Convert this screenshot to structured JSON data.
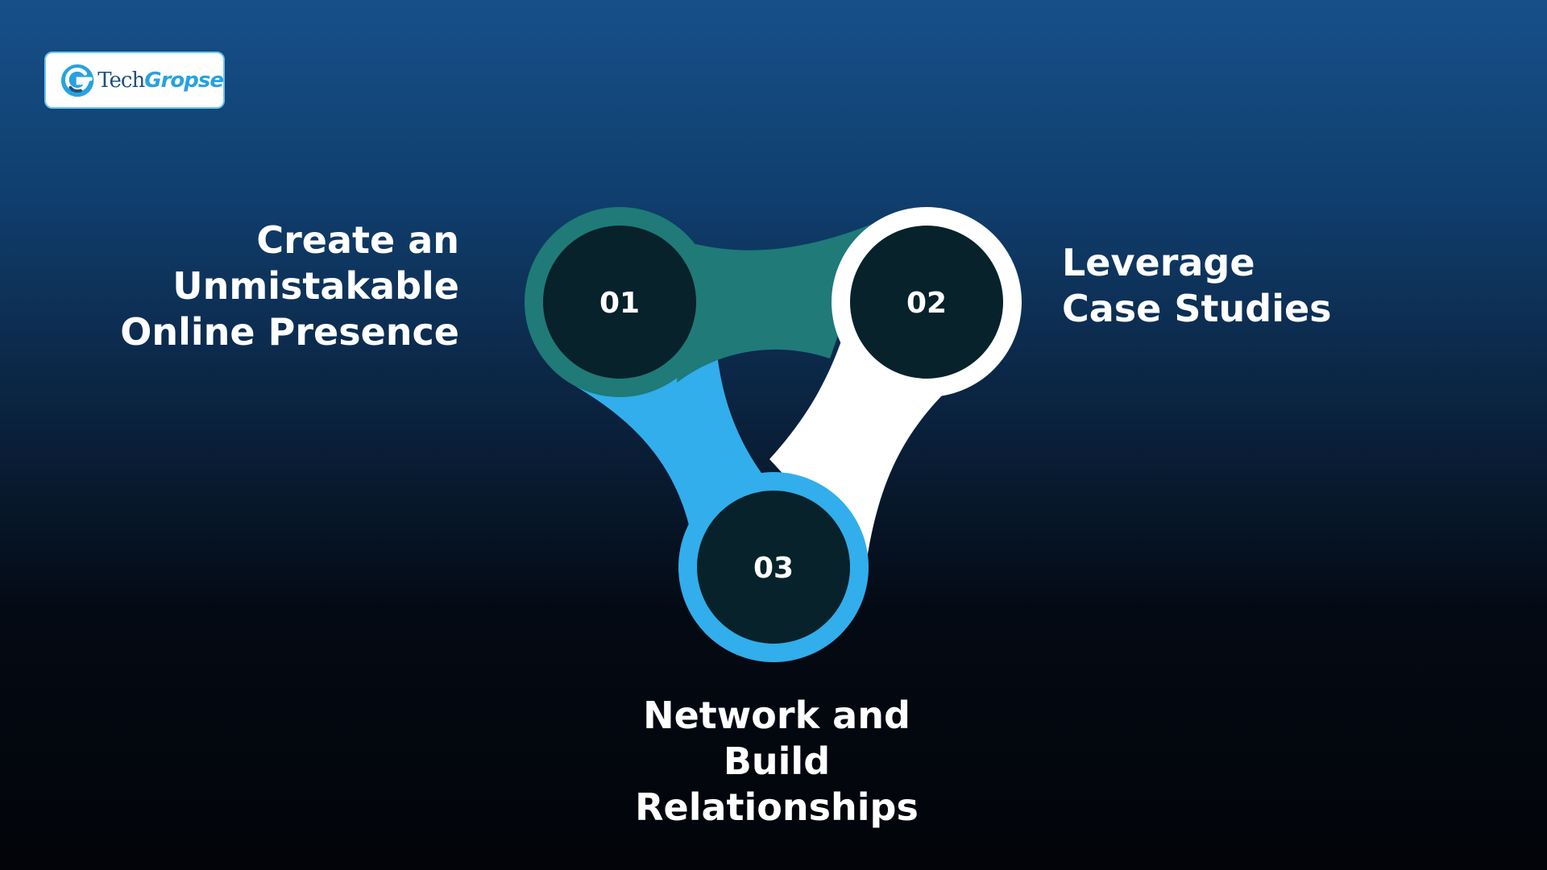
{
  "logo": {
    "brand_part1": "Tech",
    "brand_part2": "Gropse",
    "icon": "g-logo-icon"
  },
  "steps": [
    {
      "number": "01",
      "title_lines": [
        "Create an",
        "Unmistakable",
        "Online Presence"
      ],
      "color": "#1f7a78"
    },
    {
      "number": "02",
      "title_lines": [
        "Leverage",
        "Case Studies"
      ],
      "color": "#ffffff"
    },
    {
      "number": "03",
      "title_lines": [
        "Network and Build",
        "Relationships"
      ],
      "color": "#31aeeb"
    }
  ],
  "colors": {
    "node_fill": "#07222a",
    "number_text": "#ffffff",
    "label_text": "#ffffff"
  }
}
